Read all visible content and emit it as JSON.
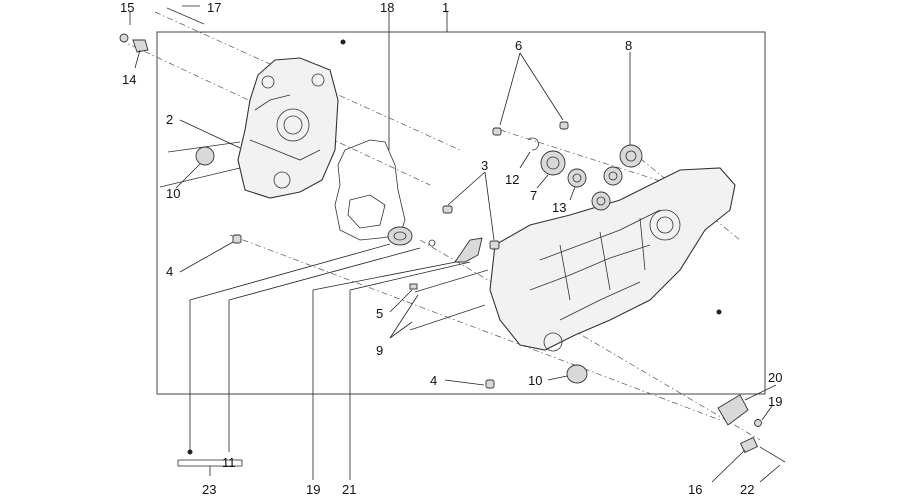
{
  "callouts": {
    "c1": "1",
    "c2": "2",
    "c3": "3",
    "c4a": "4",
    "c4b": "4",
    "c5": "5",
    "c6": "6",
    "c7": "7",
    "c8": "8",
    "c9": "9",
    "c10a": "10",
    "c10b": "10",
    "c11": "11",
    "c12": "12",
    "c13": "13",
    "c14": "14",
    "c15": "15",
    "c16": "16",
    "c17": "17",
    "c18": "18",
    "c19a": "19",
    "c19b": "19",
    "c20": "20",
    "c21": "21",
    "c22": "22",
    "c23": "23"
  },
  "colors": {
    "line": "#333333",
    "part_fill": "#f2f2f2",
    "shade": "#d9d9d9"
  }
}
